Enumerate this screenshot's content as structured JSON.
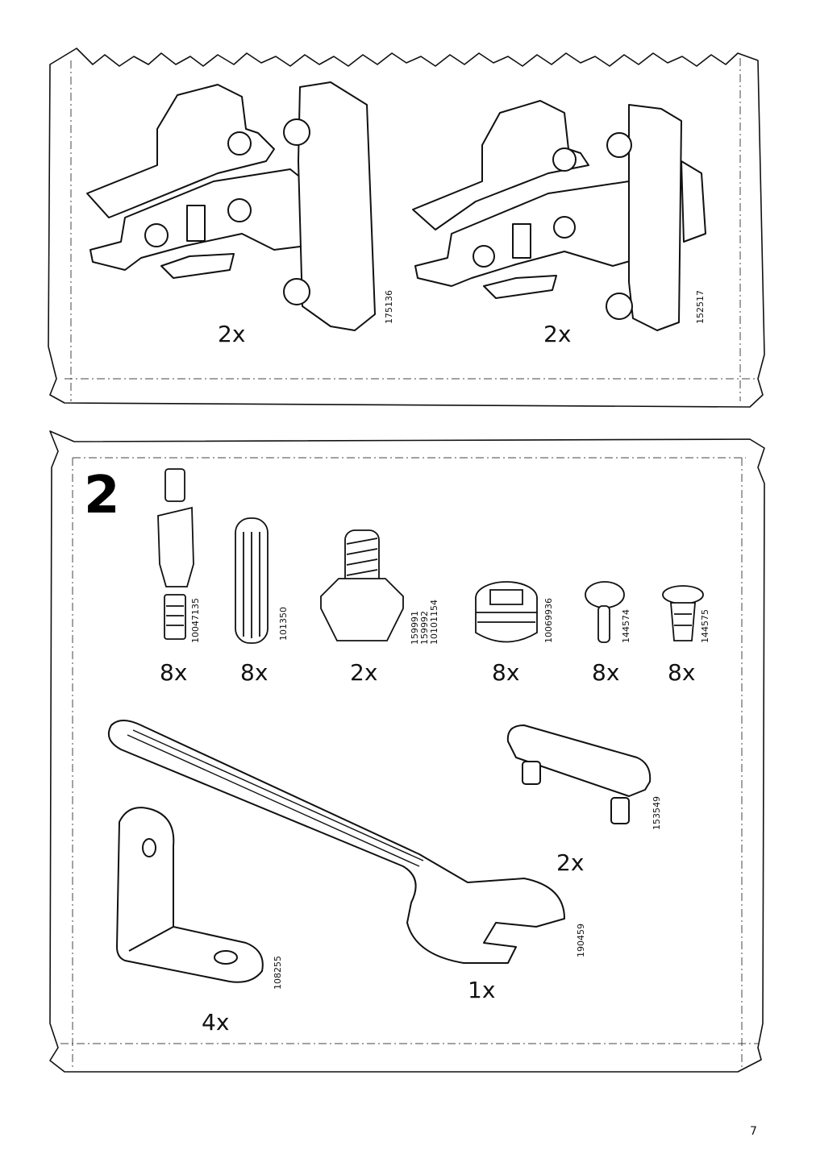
{
  "top_panel": {
    "hinge_left": {
      "quantity": "2x",
      "article": "175136"
    },
    "hinge_right": {
      "quantity": "2x",
      "article": "152517"
    }
  },
  "step_panel": {
    "step_number": "2",
    "parts": [
      {
        "name": "cam-bolt",
        "quantity": "8x",
        "article": "10047135"
      },
      {
        "name": "wood-dowel",
        "quantity": "8x",
        "article": "101350"
      },
      {
        "name": "leveling-foot",
        "quantity": "2x",
        "articles": [
          "159991",
          "159992",
          "10101154"
        ]
      },
      {
        "name": "cam-lock",
        "quantity": "8x",
        "article": "10069936"
      },
      {
        "name": "shelf-pin",
        "quantity": "8x",
        "article": "144574"
      },
      {
        "name": "plastic-plug",
        "quantity": "8x",
        "article": "144575"
      },
      {
        "name": "rail-bumper",
        "quantity": "2x",
        "article": "153549"
      },
      {
        "name": "wrench",
        "quantity": "1x",
        "article": "190459"
      },
      {
        "name": "angle-bracket",
        "quantity": "4x",
        "article": "108255"
      }
    ]
  },
  "page_number": "7"
}
